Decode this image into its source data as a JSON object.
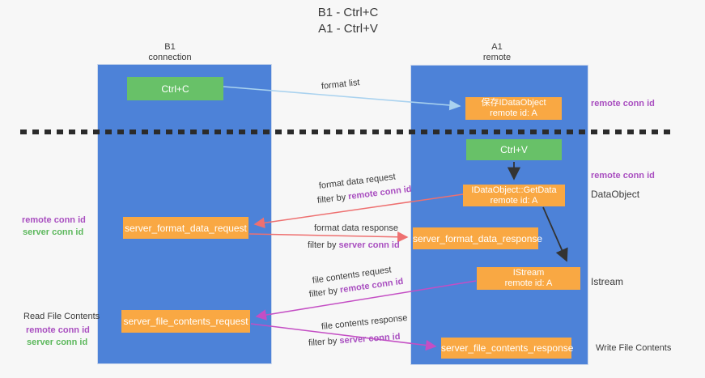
{
  "title": {
    "line1": "B1 - Ctrl+C",
    "line2": "A1 - Ctrl+V"
  },
  "columns": {
    "left": {
      "name": "B1",
      "role": "connection"
    },
    "right": {
      "name": "A1",
      "role": "remote"
    }
  },
  "boxes": {
    "ctrl_c": {
      "label": "Ctrl+C"
    },
    "save_idataobject": {
      "line1": "保存IDataObject",
      "line2": "remote id: A"
    },
    "ctrl_v": {
      "label": "Ctrl+V"
    },
    "getdata": {
      "line1": "IDataObject::GetData",
      "line2": "remote id: A"
    },
    "format_request": {
      "label": "server_format_data_request"
    },
    "format_response": {
      "label": "server_format_data_response"
    },
    "istream": {
      "line1": "IStream",
      "line2": "remote id: A"
    },
    "file_request": {
      "label": "server_file_contents_request"
    },
    "file_response": {
      "label": "server_file_contents_response"
    }
  },
  "flow_labels": {
    "format_list": "format list",
    "format_data_request": "format data request",
    "format_data_response": "format data response",
    "file_contents_request": "file contents request",
    "file_contents_response": "file contents response",
    "filter_by": "filter by ",
    "remote_conn_id": "remote conn id",
    "server_conn_id": "server conn id"
  },
  "side_labels": {
    "remote_conn_id": "remote conn id",
    "server_conn_id": "server conn id",
    "dataobject": "DataObject",
    "istream": "Istream",
    "read_file_contents": "Read File Contents",
    "write_file_contents": "Write File Contents"
  },
  "colors": {
    "column_blue": "#4d82d8",
    "box_green": "#68c168",
    "box_orange": "#f9a843",
    "text_purple": "#a94fc0",
    "text_green": "#5cb85c",
    "arrow_red": "#ee7070",
    "arrow_magenta": "#c44ec4",
    "arrow_lightblue": "#a9d2ef",
    "arrow_black": "#333333",
    "dashed_line": "#2b2b2b"
  }
}
